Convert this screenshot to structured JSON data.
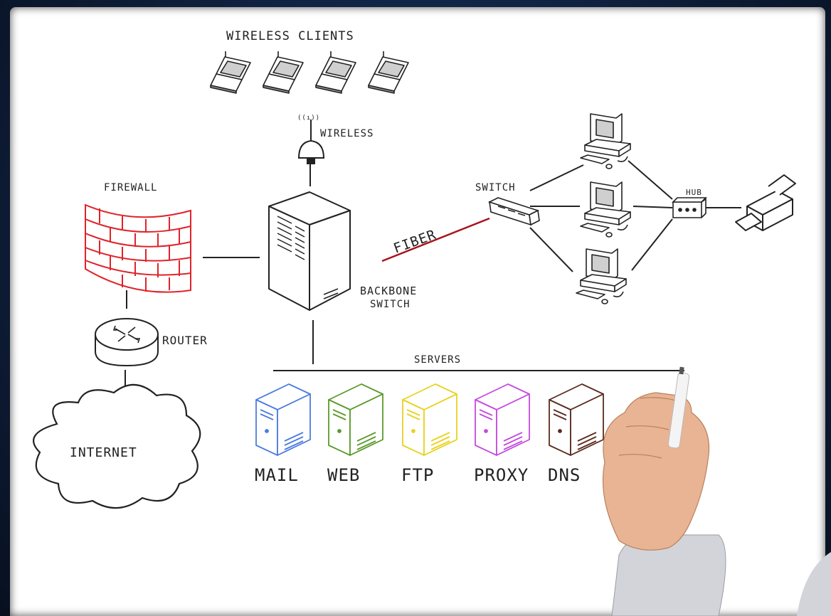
{
  "labels": {
    "wireless_clients": "WIRELESS CLIENTS",
    "wireless": "WIRELESS",
    "wireless_signal": "((ı))",
    "firewall": "FIREWALL",
    "switch": "SWITCH",
    "hub": "HUB",
    "fiber": "FIBER",
    "backbone_line1": "BACKBONE",
    "backbone_line2": "SWITCH",
    "router": "ROUTER",
    "internet": "INTERNET",
    "servers": "SERVERS"
  },
  "servers": [
    {
      "name": "MAIL",
      "color": "#4a7be0"
    },
    {
      "name": "WEB",
      "color": "#5a9a2a"
    },
    {
      "name": "FTP",
      "color": "#e8d21e"
    },
    {
      "name": "PROXY",
      "color": "#c44ae0"
    },
    {
      "name": "DNS",
      "color": "#5a2a1e"
    }
  ],
  "colors": {
    "firewall": "#e0232a",
    "fiber_line": "#a8121a",
    "ink": "#222222",
    "skin": "#e9b493"
  }
}
